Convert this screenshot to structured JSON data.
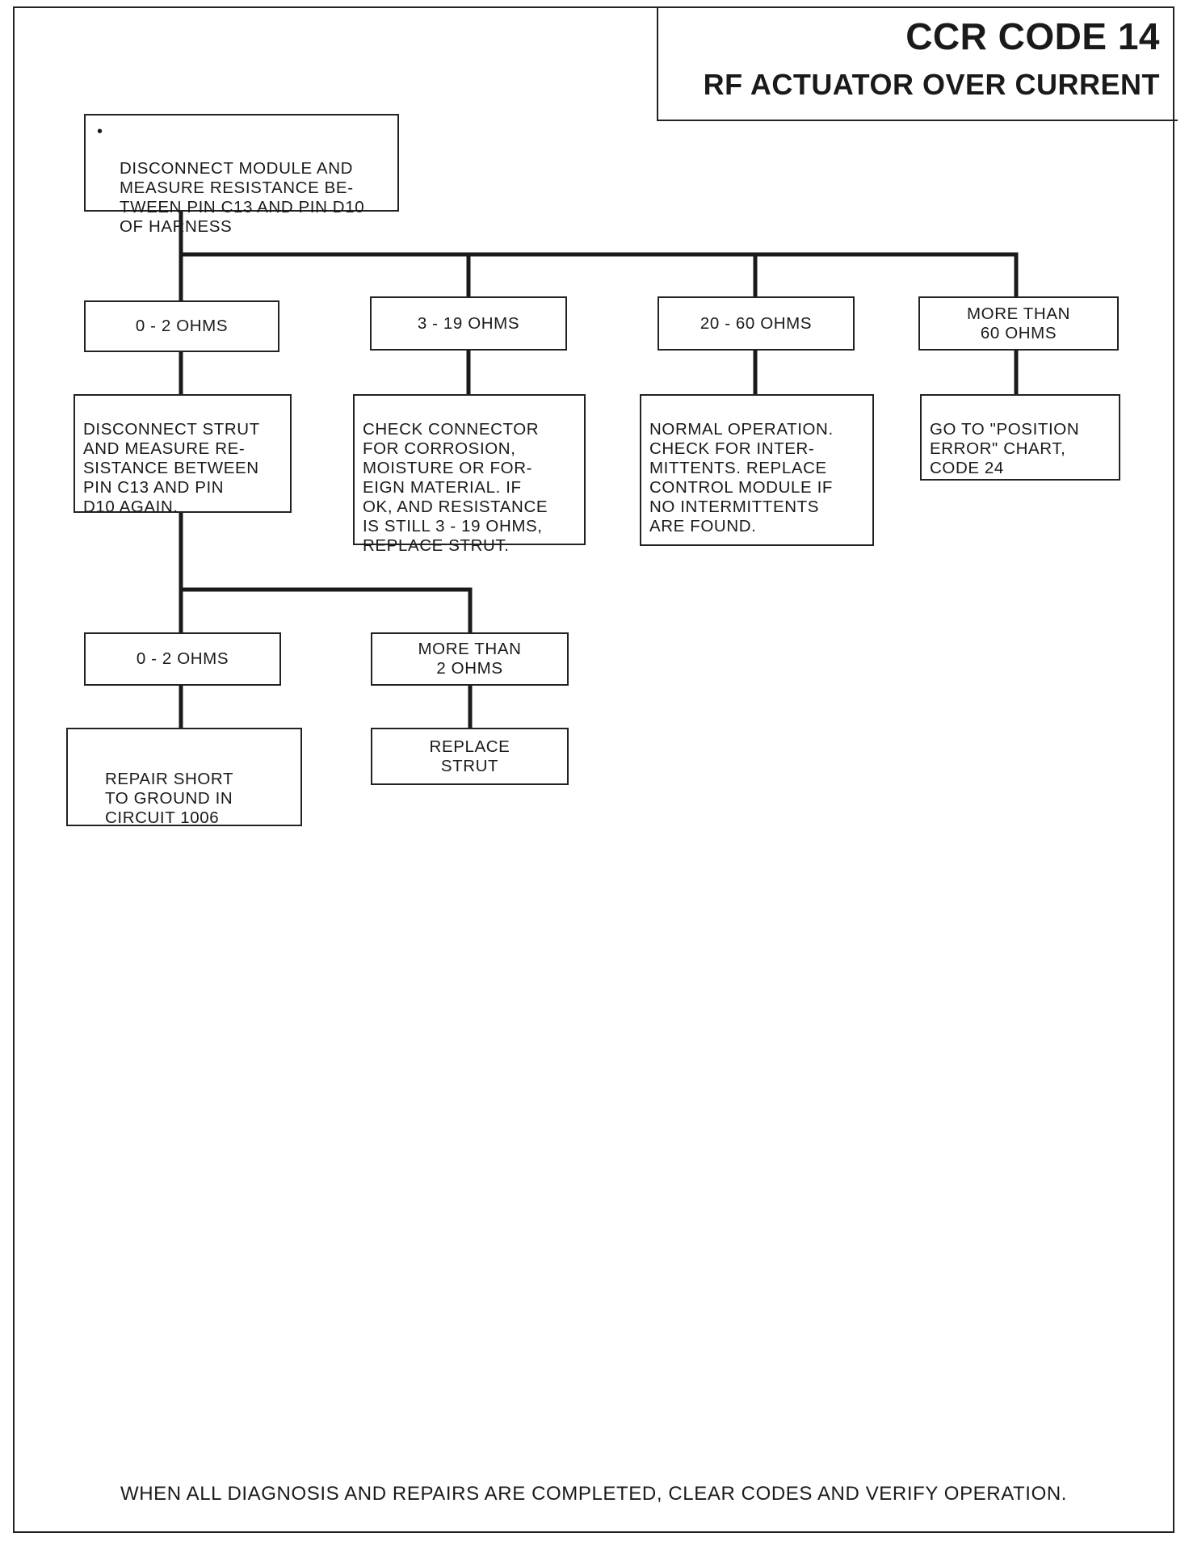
{
  "header": {
    "code": "CCR CODE  14",
    "subtitle": "RF ACTUATOR OVER CURRENT"
  },
  "start_step": {
    "bullet": "•",
    "text": "DISCONNECT MODULE AND\nMEASURE RESISTANCE BE-\nTWEEN PIN C13 AND PIN D10\nOF HARNESS"
  },
  "branches": [
    {
      "condition": "0 - 2 OHMS",
      "action": "DISCONNECT STRUT\nAND MEASURE RE-\nSISTANCE BETWEEN\nPIN C13 AND PIN\nD10 AGAIN."
    },
    {
      "condition": "3 - 19 OHMS",
      "action": "CHECK CONNECTOR\nFOR CORROSION,\nMOISTURE OR FOR-\nEIGN MATERIAL.  IF\nOK, AND RESISTANCE\nIS STILL 3 - 19 OHMS,\nREPLACE STRUT."
    },
    {
      "condition": "20 - 60 OHMS",
      "action": "NORMAL OPERATION.\nCHECK FOR INTER-\nMITTENTS.  REPLACE\nCONTROL MODULE IF\nNO INTERMITTENTS\nARE FOUND."
    },
    {
      "condition": "MORE THAN\n60 OHMS",
      "action": "GO TO \"POSITION\nERROR\" CHART,\nCODE 24"
    }
  ],
  "sub_branches": [
    {
      "condition": "0 - 2 OHMS",
      "action": "REPAIR SHORT\nTO GROUND IN\nCIRCUIT 1006"
    },
    {
      "condition": "MORE THAN\n2 OHMS",
      "action": "REPLACE\nSTRUT"
    }
  ],
  "footer": "WHEN ALL DIAGNOSIS AND REPAIRS ARE COMPLETED, CLEAR CODES AND VERIFY OPERATION."
}
